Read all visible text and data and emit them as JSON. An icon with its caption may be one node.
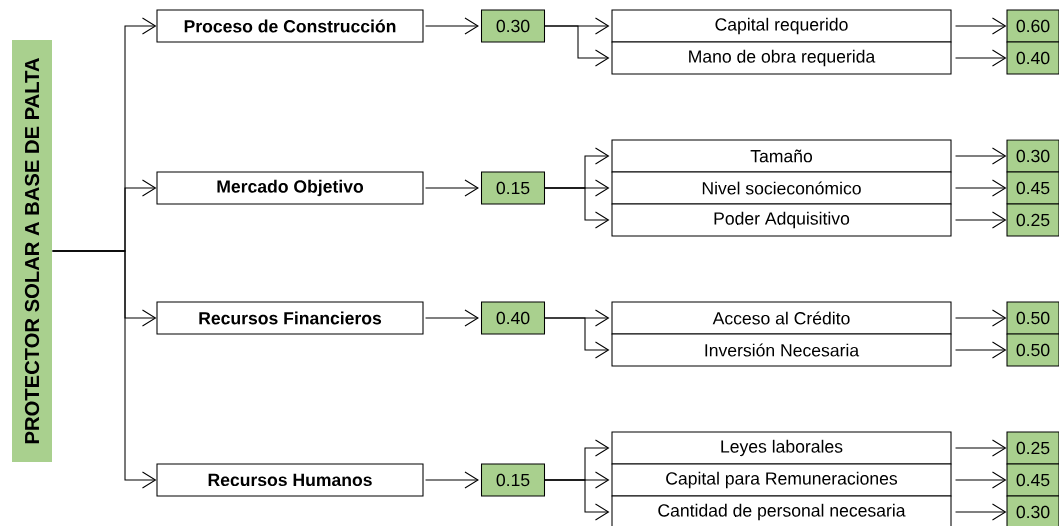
{
  "diagram": {
    "nodes": [
      {
        "text": [
          "PROTECTOR SOLAR A BASE DE PALTA"
        ]
      },
      {
        "text": [
          "Proceso de Construcción"
        ]
      },
      {
        "text": [
          "0.30"
        ]
      },
      {
        "text": [
          "Capital requerido"
        ]
      },
      {
        "text": [
          "Mano de obra requerida"
        ]
      },
      {
        "text": [
          "0.60"
        ]
      },
      {
        "text": [
          "0.40"
        ]
      },
      {
        "text": [
          "Mercado Objetivo"
        ]
      },
      {
        "text": [
          "0.15"
        ]
      },
      {
        "text": [
          "Tamaño"
        ]
      },
      {
        "text": [
          "Nivel socieconómico"
        ]
      },
      {
        "text": [
          "Poder Adquisitivo"
        ]
      },
      {
        "text": [
          "0.30"
        ]
      },
      {
        "text": [
          "0.45"
        ]
      },
      {
        "text": [
          "0.25"
        ]
      },
      {
        "text": [
          "Recursos Financieros"
        ]
      },
      {
        "text": [
          "0.40"
        ]
      },
      {
        "text": [
          "Acceso al Crédito"
        ]
      },
      {
        "text": [
          "Inversión Necesaria"
        ]
      },
      {
        "text": [
          "0.50"
        ]
      },
      {
        "text": [
          "0.50"
        ]
      },
      {
        "text": [
          "Recursos Humanos"
        ]
      },
      {
        "text": [
          "0.15"
        ]
      },
      {
        "text": [
          "Leyes laborales"
        ]
      },
      {
        "text": [
          "Capital para Remuneraciones"
        ]
      },
      {
        "text": [
          "Cantidad de personal necesaria"
        ]
      },
      {
        "text": [
          "0.25"
        ]
      },
      {
        "text": [
          "0.45"
        ]
      },
      {
        "text": [
          "0.30"
        ]
      }
    ],
    "edges": [
      {
        "from": 0,
        "to": 1,
        "arrow": "to"
      },
      {
        "from": 0,
        "to": 7,
        "arrow": "to"
      },
      {
        "from": 0,
        "to": 15,
        "arrow": "to"
      },
      {
        "from": 0,
        "to": 21,
        "arrow": "to"
      },
      {
        "from": 1,
        "to": 2,
        "arrow": "to"
      },
      {
        "from": 2,
        "to": 3,
        "arrow": "to"
      },
      {
        "from": 2,
        "to": 4,
        "arrow": "to"
      },
      {
        "from": 3,
        "to": 5,
        "arrow": "to"
      },
      {
        "from": 4,
        "to": 6,
        "arrow": "to"
      },
      {
        "from": 7,
        "to": 8,
        "arrow": "to"
      },
      {
        "from": 8,
        "to": 9,
        "arrow": "to"
      },
      {
        "from": 8,
        "to": 10,
        "arrow": "to"
      },
      {
        "from": 8,
        "to": 11,
        "arrow": "to"
      },
      {
        "from": 9,
        "to": 12,
        "arrow": "to"
      },
      {
        "from": 10,
        "to": 13,
        "arrow": "to"
      },
      {
        "from": 11,
        "to": 14,
        "arrow": "to"
      },
      {
        "from": 15,
        "to": 16,
        "arrow": "to"
      },
      {
        "from": 16,
        "to": 17,
        "arrow": "to"
      },
      {
        "from": 16,
        "to": 18,
        "arrow": "to"
      },
      {
        "from": 17,
        "to": 19,
        "arrow": "to"
      },
      {
        "from": 18,
        "to": 20,
        "arrow": "to"
      },
      {
        "from": 21,
        "to": 22,
        "arrow": "to"
      },
      {
        "from": 22,
        "to": 23,
        "arrow": "to"
      },
      {
        "from": 22,
        "to": 24,
        "arrow": "to"
      },
      {
        "from": 22,
        "to": 25,
        "arrow": "to"
      },
      {
        "from": 23,
        "to": 26,
        "arrow": "to"
      },
      {
        "from": 24,
        "to": 27,
        "arrow": "to"
      },
      {
        "from": 25,
        "to": 28,
        "arrow": "to"
      }
    ]
  }
}
